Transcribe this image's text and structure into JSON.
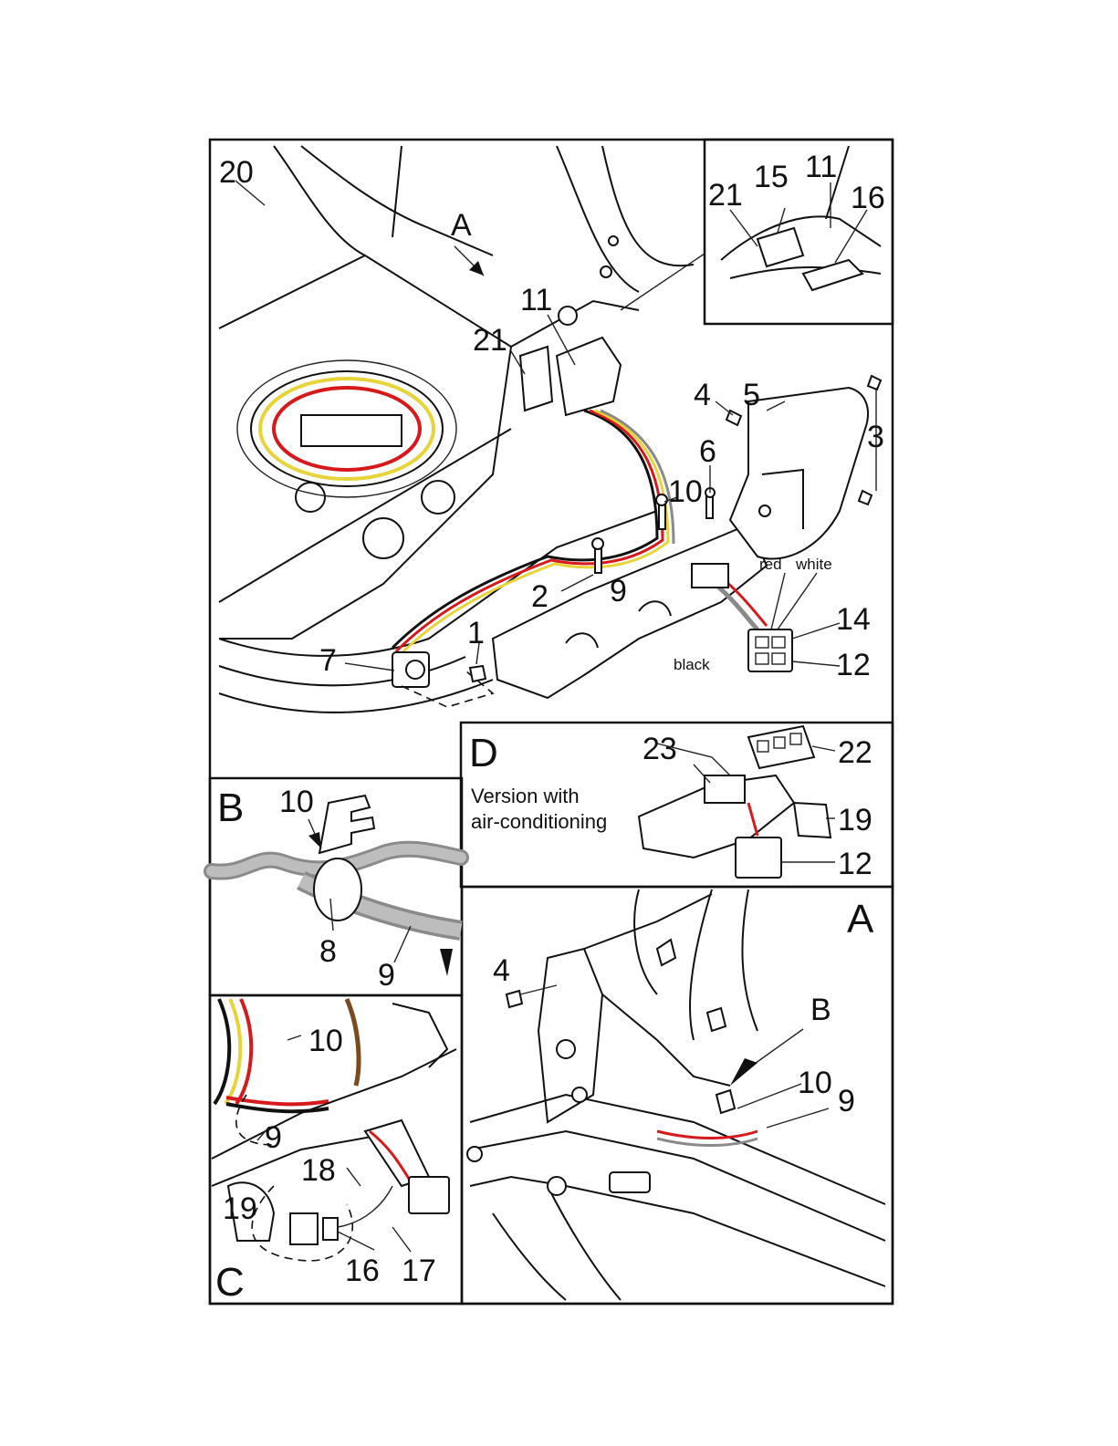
{
  "panels": {
    "main": {
      "callouts": [
        "20",
        "A",
        "11",
        "21",
        "4",
        "5",
        "3",
        "6",
        "10",
        "2",
        "9",
        "1",
        "7",
        "14",
        "12"
      ],
      "wire_labels": {
        "red": "red",
        "white": "white",
        "black": "black"
      }
    },
    "inset_top": {
      "callouts": [
        "21",
        "15",
        "11",
        "16"
      ]
    },
    "D": {
      "letter": "D",
      "note_line1": "Version with",
      "note_line2": "air-conditioning",
      "callouts": [
        "23",
        "22",
        "19",
        "12"
      ]
    },
    "B": {
      "letter": "B",
      "callouts": [
        "10",
        "8",
        "9"
      ]
    },
    "C": {
      "letter": "C",
      "callouts": [
        "10",
        "9",
        "18",
        "19",
        "16",
        "17"
      ]
    },
    "A": {
      "letter": "A",
      "callouts": [
        "4",
        "B",
        "10",
        "9"
      ]
    }
  },
  "colors": {
    "wire_red": "#d7191c",
    "wire_yellow": "#e6d43a",
    "wire_black": "#111111",
    "wire_gray": "#8a8a8a",
    "wire_brown": "#7b4a1e",
    "wire_sheath": "#bdbdbd"
  }
}
